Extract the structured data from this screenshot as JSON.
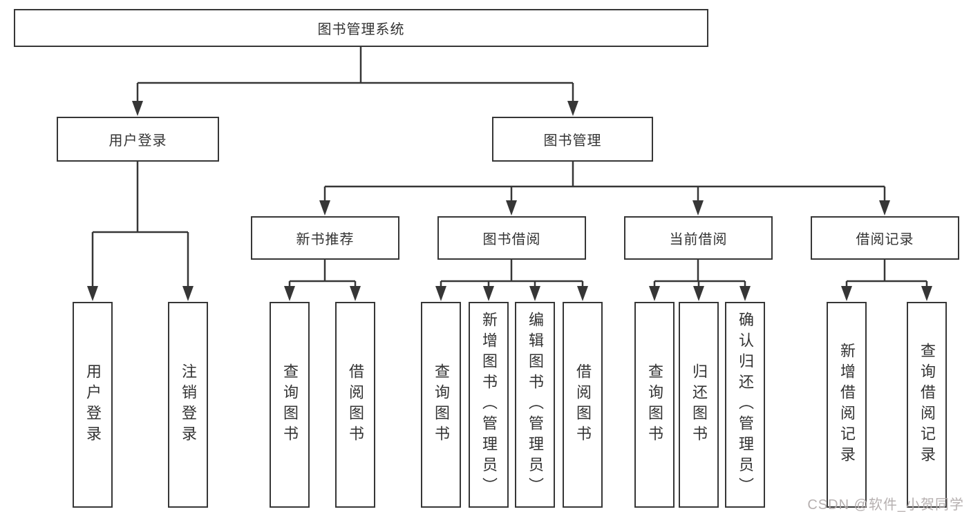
{
  "colors": {
    "line": "#363636",
    "text": "#333333",
    "watermark": "#b2acac",
    "background": "#ffffff"
  },
  "watermark": "CSDN @软件_小贺同学",
  "tree": {
    "label": "图书管理系统",
    "children": [
      {
        "label": "用户登录",
        "children": [
          {
            "label": "用户登录"
          },
          {
            "label": "注销登录"
          }
        ]
      },
      {
        "label": "图书管理",
        "children": [
          {
            "label": "新书推荐",
            "children": [
              {
                "label": "查询图书"
              },
              {
                "label": "借阅图书"
              }
            ]
          },
          {
            "label": "图书借阅",
            "children": [
              {
                "label": "查询图书"
              },
              {
                "label": "新增图书（管理员）"
              },
              {
                "label": "编辑图书（管理员）"
              },
              {
                "label": "借阅图书"
              }
            ]
          },
          {
            "label": "当前借阅",
            "children": [
              {
                "label": "查询图书"
              },
              {
                "label": "归还图书"
              },
              {
                "label": "确认归还（管理员）"
              }
            ]
          },
          {
            "label": "借阅记录",
            "children": [
              {
                "label": "新增借阅记录"
              },
              {
                "label": "查询借阅记录"
              }
            ]
          }
        ]
      }
    ]
  }
}
